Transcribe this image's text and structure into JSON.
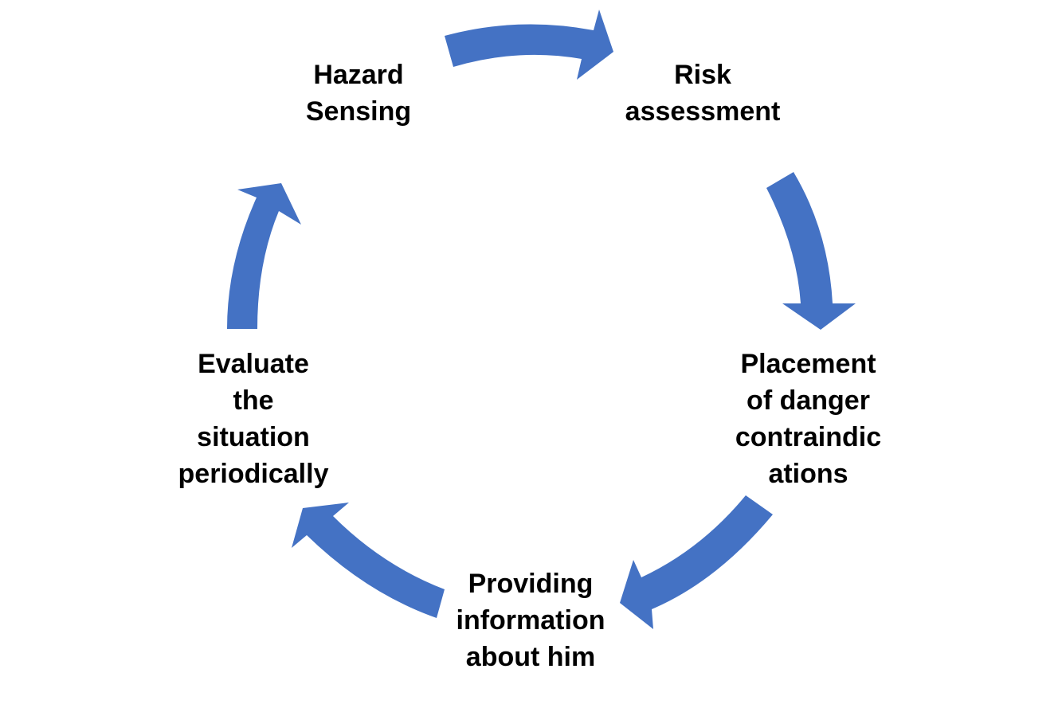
{
  "diagram": {
    "type": "cycle",
    "accent_color": "#4472C4",
    "text_color": "#000000",
    "steps": [
      {
        "lines": [
          "Hazard",
          "Sensing"
        ]
      },
      {
        "lines": [
          "Risk",
          "assessment"
        ]
      },
      {
        "lines": [
          "Placement",
          "of danger",
          "contraindic",
          "ations"
        ]
      },
      {
        "lines": [
          "Providing",
          "information",
          "about him"
        ]
      },
      {
        "lines": [
          "Evaluate",
          "the",
          "situation",
          "periodically"
        ]
      }
    ],
    "arrows": [
      {
        "from": "Hazard Sensing",
        "to": "Risk assessment"
      },
      {
        "from": "Risk assessment",
        "to": "Placement of danger contraindications"
      },
      {
        "from": "Placement of danger contraindications",
        "to": "Providing information about him"
      },
      {
        "from": "Providing information about him",
        "to": "Evaluate the situation periodically"
      },
      {
        "from": "Evaluate the situation periodically",
        "to": "Hazard Sensing"
      }
    ]
  }
}
